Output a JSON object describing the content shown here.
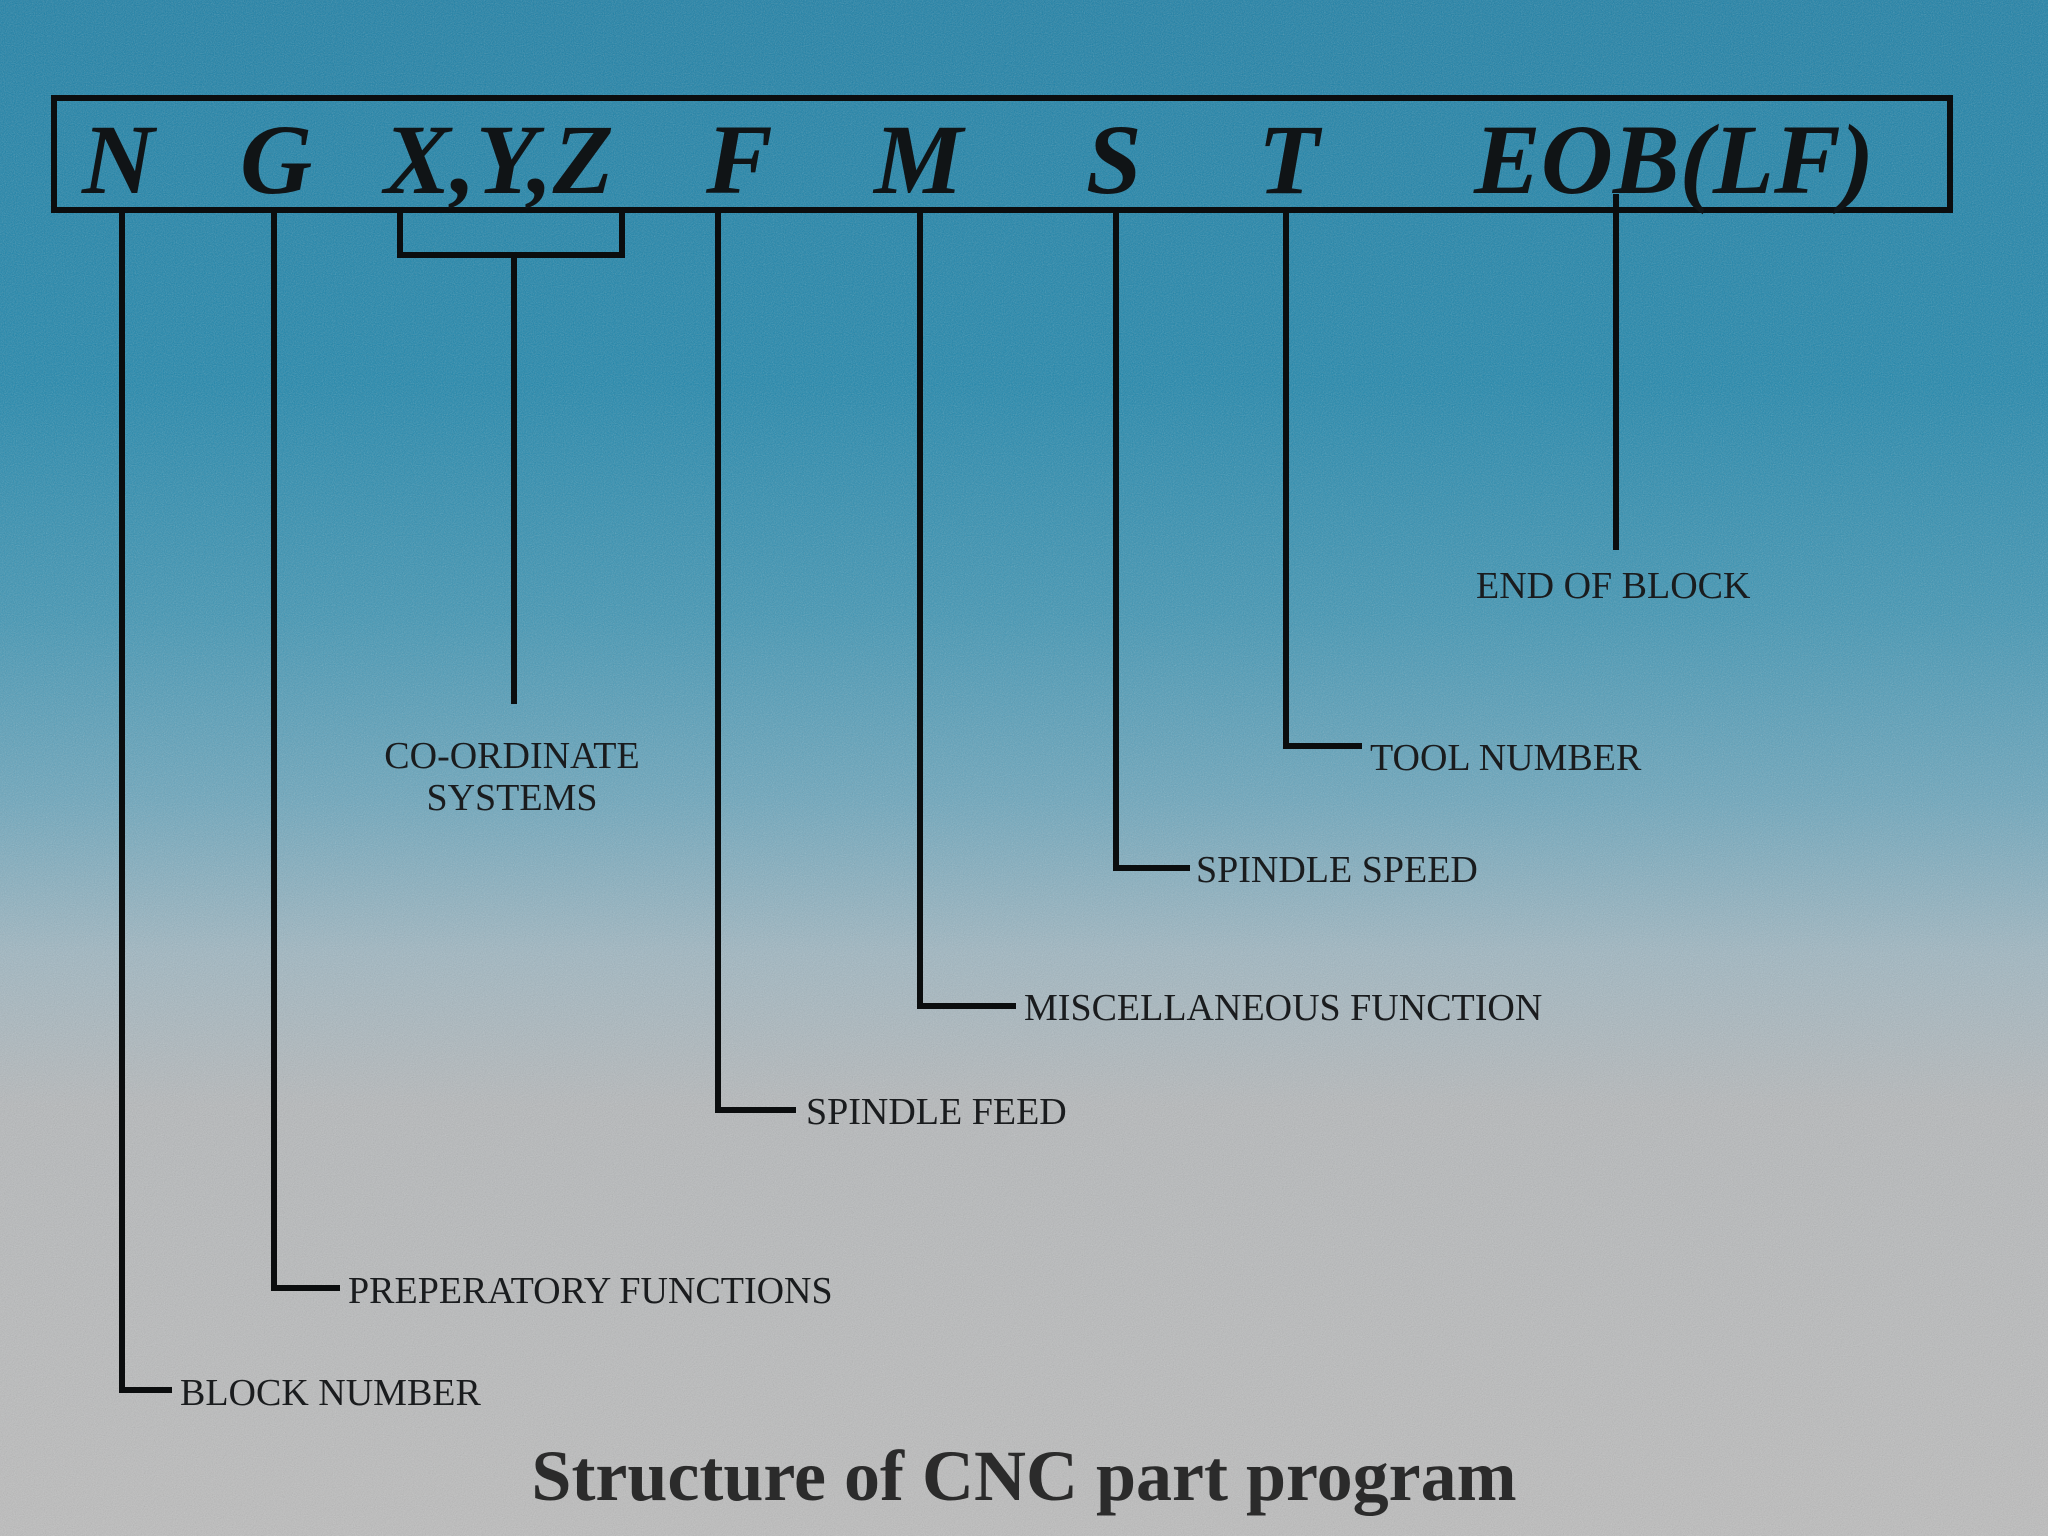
{
  "codes": [
    "N",
    "G",
    "X,Y,Z",
    "F",
    "M",
    "S",
    "T",
    "EOB(LF)"
  ],
  "labels": {
    "block_number": "BLOCK NUMBER",
    "preparatory": "PREPERATORY FUNCTIONS",
    "coordinate_line1": "CO-ORDINATE",
    "coordinate_line2": "SYSTEMS",
    "spindle_feed": "SPINDLE FEED",
    "miscellaneous": "MISCELLANEOUS FUNCTION",
    "spindle_speed": "SPINDLE SPEED",
    "tool_number": "TOOL NUMBER",
    "end_of_block": "END OF BLOCK"
  },
  "caption": "Structure of CNC part program",
  "colors": {
    "line": "#0b0d0e",
    "text": "#1a1c1e",
    "bg_top": "#1a7fa6",
    "bg_bottom": "#bdbdbd"
  }
}
